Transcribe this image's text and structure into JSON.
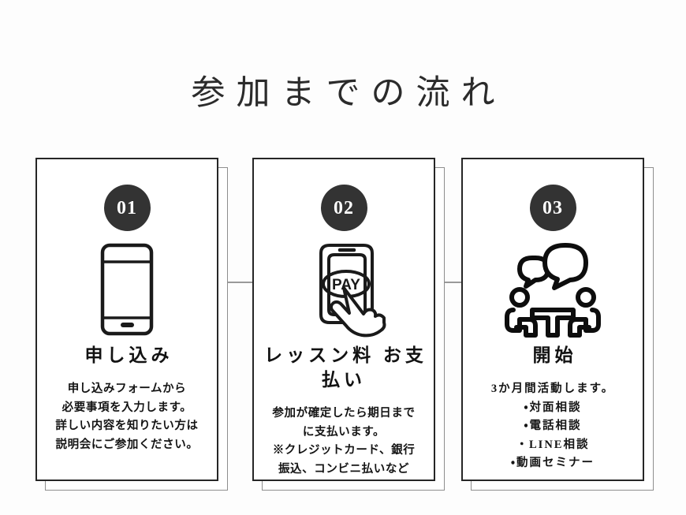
{
  "page": {
    "title": "参加までの流れ",
    "background_color": "#fdfdfd",
    "text_color": "#1d1d1d"
  },
  "theme": {
    "badge_bg": "#333333",
    "badge_text": "#ffffff",
    "card_border": "#262626",
    "card_back_border": "#8e8e8e",
    "connector_color": "#9a9a9a",
    "card_bg": "#ffffff"
  },
  "steps": [
    {
      "number": "01",
      "icon": "smartphone-icon",
      "heading_lines": [
        "申し込み"
      ],
      "body_lines": [
        "申し込みフォームから",
        "必要事項を入力します。",
        "詳しい内容を知りたい方は",
        "説明会にご参加ください。"
      ]
    },
    {
      "number": "02",
      "icon": "pay-tap-hand-icon",
      "icon_label": "PAY",
      "heading_lines": [
        "レッスン料",
        "お支払い"
      ],
      "body_lines": [
        "参加が確定したら期日まで",
        "に支払います。",
        "※クレジットカード、銀行",
        "振込、コンビニ払いなど"
      ]
    },
    {
      "number": "03",
      "icon": "people-speech-bubbles-icon",
      "heading_lines": [
        "開始"
      ],
      "body_lines": [
        "3か月間活動します。",
        "・対面相談",
        "・電話相談",
        "・LINE相談",
        "・動画セミナー"
      ]
    }
  ]
}
